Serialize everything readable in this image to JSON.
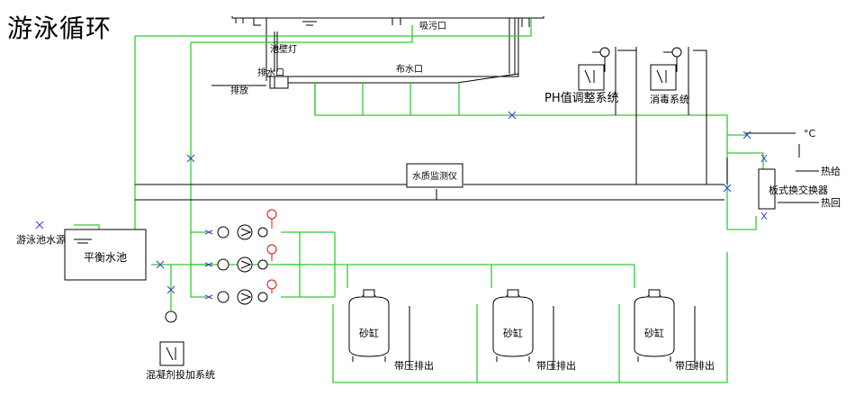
{
  "title": "游泳循环",
  "labels": {
    "pool_lamp": "池壁灯",
    "drain_outlet": "排水口",
    "discharge": "排放",
    "sewage_outlet": "吸污口",
    "inlet_outlet": "布水口",
    "ph_system": "PH值调整系统",
    "disinfect_system": "消毒系统",
    "temp_unit": "°C",
    "heat_supply": "热给",
    "heat_return": "热回",
    "plate_exchanger": "板式换交换器",
    "quality_monitor": "水质监测仪",
    "water_source": "游泳池水源",
    "balance_tank": "平衡水池",
    "sand_tank": "砂缸",
    "pressure_drain": "带压排出",
    "coagulant_system": "混凝剂投加系统"
  },
  "colors": {
    "pipe": "#33cc33",
    "line": "#000000",
    "valve": "#2a3fcf",
    "gauge": "#dd1111"
  }
}
